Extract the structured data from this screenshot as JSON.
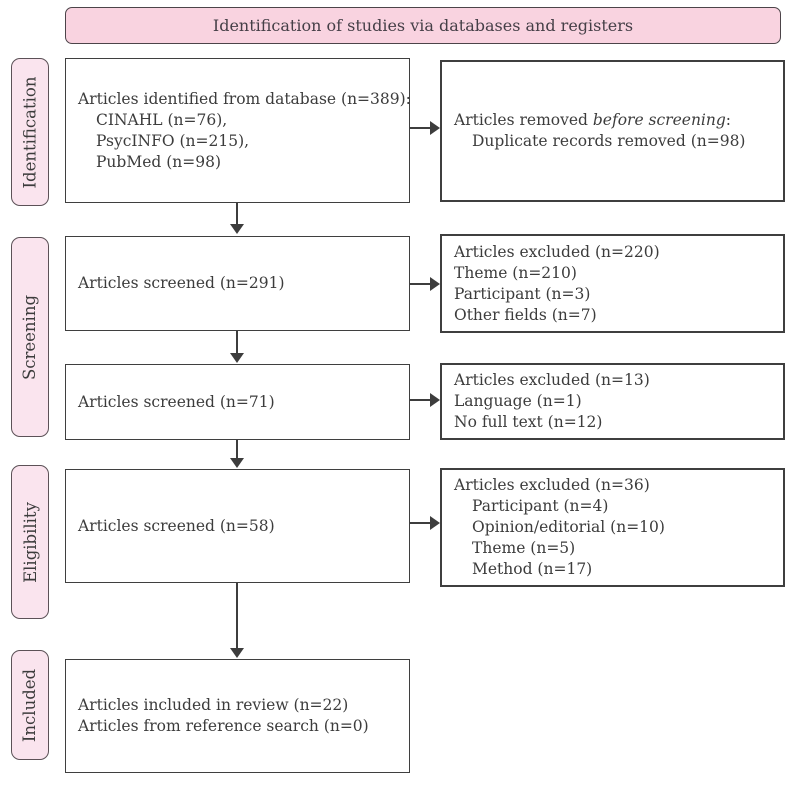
{
  "header": {
    "title": "Identification of studies via databases and registers"
  },
  "stages": [
    {
      "label": "Identification"
    },
    {
      "label": "Screening"
    },
    {
      "label": "Eligibility"
    },
    {
      "label": "Included"
    }
  ],
  "boxes": {
    "identified": {
      "title": "Articles identified from database (n=389):",
      "items": [
        "CINAHL (n=76),",
        "PsycINFO (n=215),",
        "PubMed (n=98)"
      ]
    },
    "removed": {
      "prefix": "Articles removed ",
      "italic": "before screening",
      "suffix": ":",
      "items": [
        "Duplicate records removed (n=98)"
      ]
    },
    "screened_1": {
      "title": "Articles screened (n=291)"
    },
    "excluded_1": {
      "lines": [
        "Articles excluded (n=220)",
        "Theme (n=210)",
        "Participant (n=3)",
        "Other fields (n=7)"
      ]
    },
    "screened_2": {
      "title": "Articles screened (n=71)"
    },
    "excluded_2": {
      "lines": [
        "Articles excluded (n=13)",
        "Language (n=1)",
        "No full text (n=12)"
      ]
    },
    "screened_3": {
      "title": "Articles screened (n=58)"
    },
    "excluded_3": {
      "title": "Articles excluded (n=36)",
      "items": [
        "Participant (n=4)",
        "Opinion/editorial (n=10)",
        "Theme (n=5)",
        "Method (n=17)"
      ]
    },
    "included": {
      "lines": [
        "Articles included in review (n=22)",
        "Articles from reference search (n=0)"
      ]
    }
  },
  "colors": {
    "banner_fill": "#f9d3e0",
    "stage_fill": "#fae4ee",
    "box_border": "#3f3f3f",
    "arrow": "#3d3d3d",
    "text": "#3c3c3c"
  }
}
